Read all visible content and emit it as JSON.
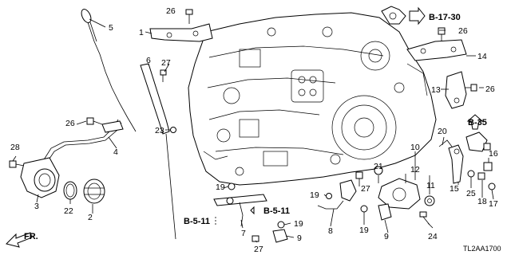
{
  "diagram_code": "TL2AA1700",
  "direction_label": "FR.",
  "references": [
    {
      "id": "ref-b-17-30",
      "text": "B-17-30"
    },
    {
      "id": "ref-b-35",
      "text": "B-35"
    },
    {
      "id": "ref-b-5-11-left",
      "text": "B-5-11"
    },
    {
      "id": "ref-b-5-11-center",
      "text": "B-5-11"
    }
  ],
  "callouts": [
    {
      "id": "c1",
      "text": "1"
    },
    {
      "id": "c2",
      "text": "2"
    },
    {
      "id": "c3",
      "text": "3"
    },
    {
      "id": "c4",
      "text": "4"
    },
    {
      "id": "c5",
      "text": "5"
    },
    {
      "id": "c6",
      "text": "6"
    },
    {
      "id": "c7",
      "text": "7"
    },
    {
      "id": "c8",
      "text": "8"
    },
    {
      "id": "c9a",
      "text": "9"
    },
    {
      "id": "c9b",
      "text": "9"
    },
    {
      "id": "c10",
      "text": "10"
    },
    {
      "id": "c11",
      "text": "11"
    },
    {
      "id": "c12",
      "text": "12"
    },
    {
      "id": "c13",
      "text": "13"
    },
    {
      "id": "c14",
      "text": "14"
    },
    {
      "id": "c15",
      "text": "15"
    },
    {
      "id": "c16",
      "text": "16"
    },
    {
      "id": "c17",
      "text": "17"
    },
    {
      "id": "c18",
      "text": "18"
    },
    {
      "id": "c19a",
      "text": "19"
    },
    {
      "id": "c19b",
      "text": "19"
    },
    {
      "id": "c19c",
      "text": "19"
    },
    {
      "id": "c19d",
      "text": "19"
    },
    {
      "id": "c20",
      "text": "20"
    },
    {
      "id": "c21",
      "text": "21"
    },
    {
      "id": "c22",
      "text": "22"
    },
    {
      "id": "c23",
      "text": "23"
    },
    {
      "id": "c24",
      "text": "24"
    },
    {
      "id": "c25",
      "text": "25"
    },
    {
      "id": "c26a",
      "text": "26"
    },
    {
      "id": "c26b",
      "text": "26"
    },
    {
      "id": "c26c",
      "text": "26"
    },
    {
      "id": "c26d",
      "text": "26"
    },
    {
      "id": "c27a",
      "text": "27"
    },
    {
      "id": "c27b",
      "text": "27"
    },
    {
      "id": "c27c",
      "text": "27"
    },
    {
      "id": "c28",
      "text": "28"
    }
  ]
}
